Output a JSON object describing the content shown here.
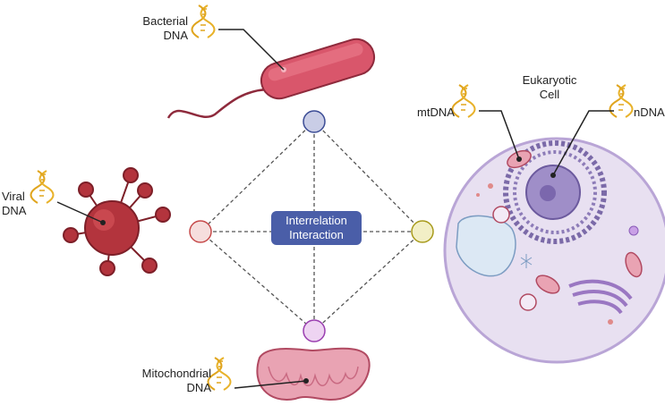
{
  "labels": {
    "bacterial": [
      "Bacterial",
      "DNA"
    ],
    "viral": [
      "Viral",
      "DNA"
    ],
    "mito": [
      "Mitochondrial",
      "DNA"
    ],
    "eukaryotic": [
      "Eukaryotic",
      "Cell"
    ],
    "mtdna": "mtDNA",
    "ndna": "nDNA"
  },
  "center": [
    "Interrelation",
    "Interaction"
  ],
  "colors": {
    "dna": "#e0a51e",
    "node_top": "#c9cde6",
    "node_left": "#f6dedd",
    "node_right": "#f2efc6",
    "node_bottom": "#eed4f2",
    "bacteria": "#d9566b",
    "virus": "#b3343d",
    "mitochondrion": "#e9a3b3",
    "cell": "#e8e0f1",
    "center_box": "#4a5ea8"
  }
}
